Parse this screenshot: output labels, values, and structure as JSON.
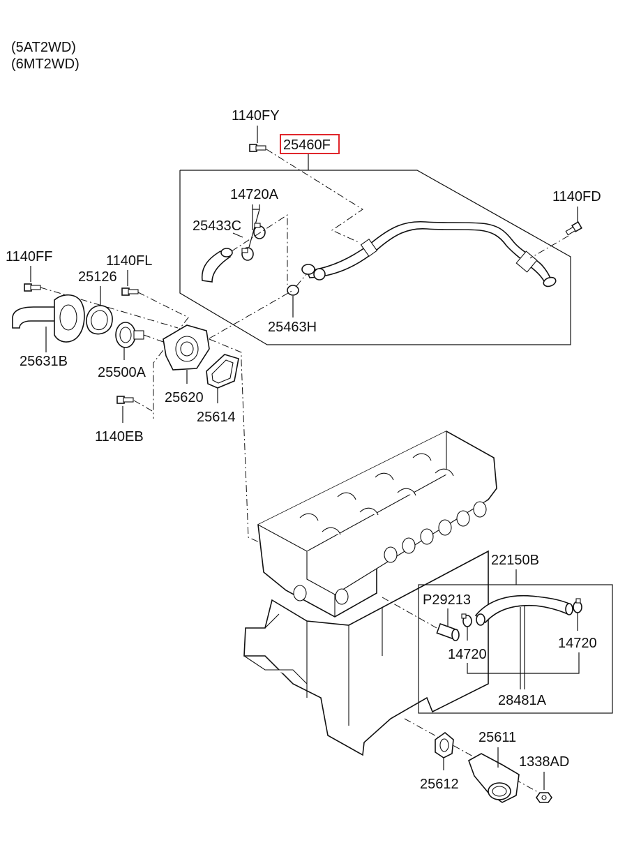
{
  "header": {
    "variant_1": "(5AT2WD)",
    "variant_2": "(6MT2WD)"
  },
  "colors": {
    "line": "#111111",
    "highlight": "#e0262b",
    "background": "#ffffff"
  },
  "labels": {
    "p_1140FY": "1140FY",
    "p_25460F": "25460F",
    "p_1140FD": "1140FD",
    "p_14720A": "14720A",
    "p_25433C": "25433C",
    "p_25463H": "25463H",
    "p_1140FF": "1140FF",
    "p_25126": "25126",
    "p_1140FL": "1140FL",
    "p_25631B": "25631B",
    "p_25500A": "25500A",
    "p_25620": "25620",
    "p_25614": "25614",
    "p_1140EB": "1140EB",
    "p_22150B": "22150B",
    "p_P29213": "P29213",
    "p_14720_left": "14720",
    "p_14720_right": "14720",
    "p_28481A": "28481A",
    "p_25611": "25611",
    "p_1338AD": "1338AD",
    "p_25612": "25612"
  },
  "highlighted_part": "25460F"
}
